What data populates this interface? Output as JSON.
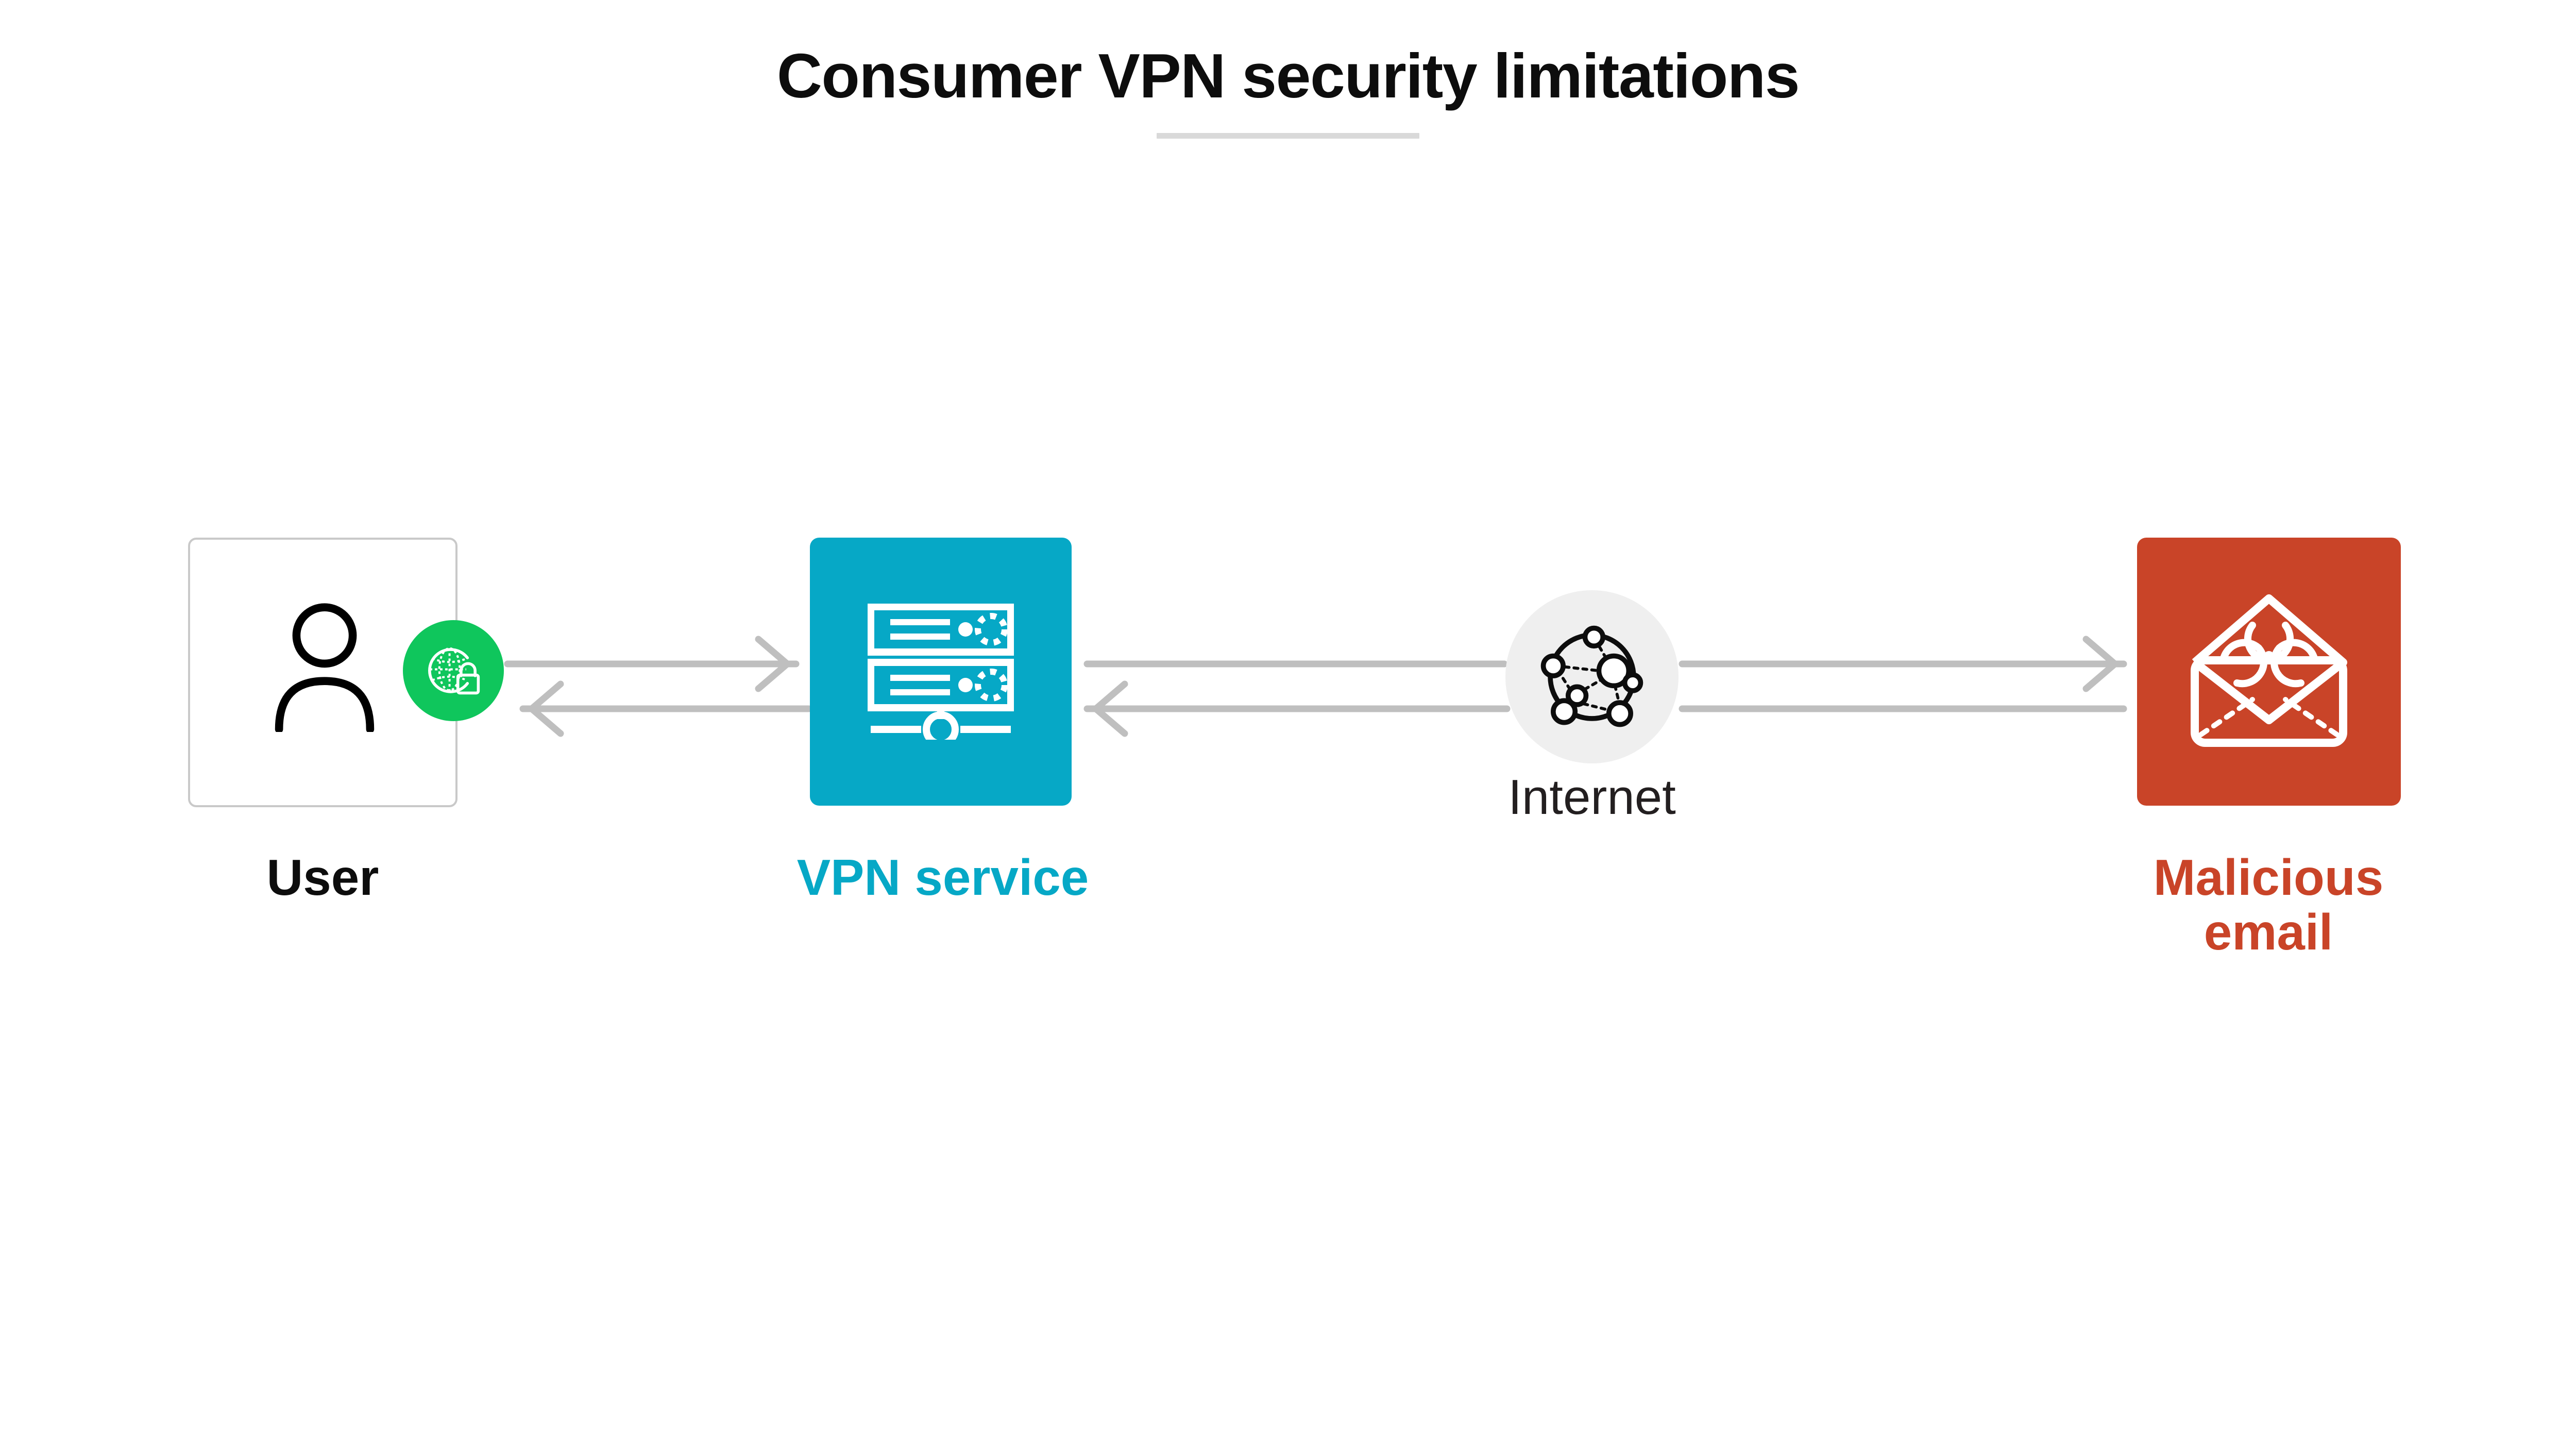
{
  "page": {
    "title": "Consumer VPN security limitations",
    "background_color": "#ffffff",
    "divider_color": "#d9d9d9"
  },
  "colors": {
    "title_text": "#0d0d0d",
    "vpn_teal": "#06a8c6",
    "malicious_red": "#c94428",
    "badge_green": "#0fc65c",
    "internet_gray": "#efefef",
    "arrow_gray": "#bfbfbf",
    "card_border": "#c9c9c9",
    "internet_label": "#231f20"
  },
  "diagram": {
    "type": "network-flow",
    "nodes": [
      {
        "id": "user",
        "label": "User",
        "label_color": "#0d0d0d",
        "shape": "rounded-card-outline",
        "fill": "#ffffff",
        "border": "#c9c9c9",
        "icon": "person-icon",
        "badge": {
          "icon": "globe-lock-icon",
          "fill": "#0fc65c",
          "shape": "circle"
        }
      },
      {
        "id": "vpn-service",
        "label": "VPN service",
        "label_color": "#06a8c6",
        "shape": "rounded-square",
        "fill": "#06a8c6",
        "icon": "server-rack-icon"
      },
      {
        "id": "internet",
        "label": "Internet",
        "label_color": "#231f20",
        "shape": "circle",
        "fill": "#efefef",
        "icon": "network-globe-icon"
      },
      {
        "id": "malicious-email",
        "label": "Malicious\nemail",
        "label_color": "#c94428",
        "shape": "rounded-square",
        "fill": "#c94428",
        "icon": "biohazard-envelope-icon"
      }
    ],
    "connections": [
      {
        "from": "user",
        "to": "vpn-service",
        "direction": "right",
        "style": "solid-arrow",
        "color": "#bfbfbf"
      },
      {
        "from": "vpn-service",
        "to": "user",
        "direction": "left",
        "style": "solid-arrow",
        "color": "#bfbfbf"
      },
      {
        "from": "vpn-service",
        "to": "internet",
        "direction": "right",
        "style": "solid-line",
        "color": "#bfbfbf"
      },
      {
        "from": "internet",
        "to": "vpn-service",
        "direction": "left",
        "style": "solid-arrow",
        "color": "#bfbfbf"
      },
      {
        "from": "internet",
        "to": "malicious-email",
        "direction": "right",
        "style": "solid-arrow",
        "color": "#bfbfbf"
      },
      {
        "from": "malicious-email",
        "to": "internet",
        "direction": "left",
        "style": "solid-line",
        "color": "#bfbfbf"
      }
    ]
  }
}
